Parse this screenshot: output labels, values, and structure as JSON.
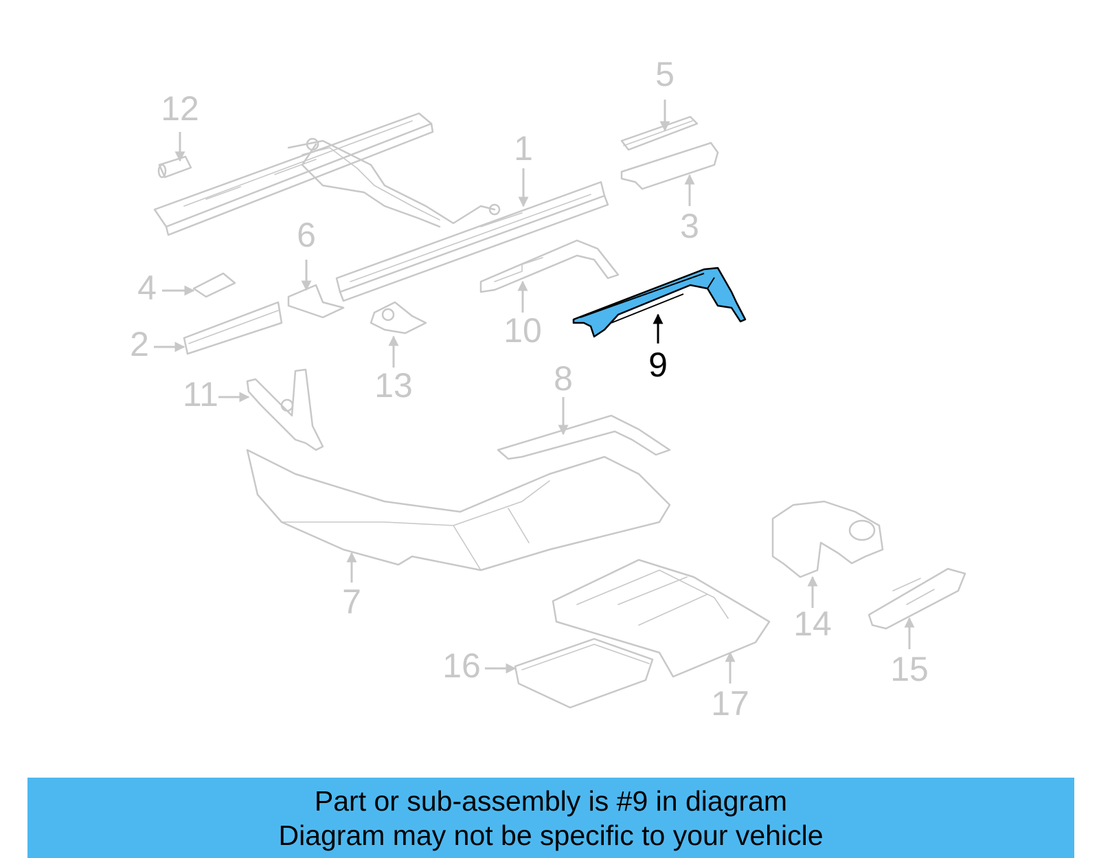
{
  "diagram": {
    "highlighted_callout": "9",
    "callouts": {
      "c1": "1",
      "c2": "2",
      "c3": "3",
      "c4": "4",
      "c5": "5",
      "c6": "6",
      "c7": "7",
      "c8": "8",
      "c9": "9",
      "c10": "10",
      "c11": "11",
      "c12": "12",
      "c13": "13",
      "c14": "14",
      "c15": "15",
      "c16": "16",
      "c17": "17"
    },
    "colors": {
      "highlight_fill": "#4db6ee",
      "banner_background": "#4db8f0",
      "inactive_line": "#c8c8c8",
      "active_line": "#000000"
    }
  },
  "banner": {
    "line1": "Part or sub-assembly is #9 in diagram",
    "line2": "Diagram may not be specific to your vehicle"
  }
}
